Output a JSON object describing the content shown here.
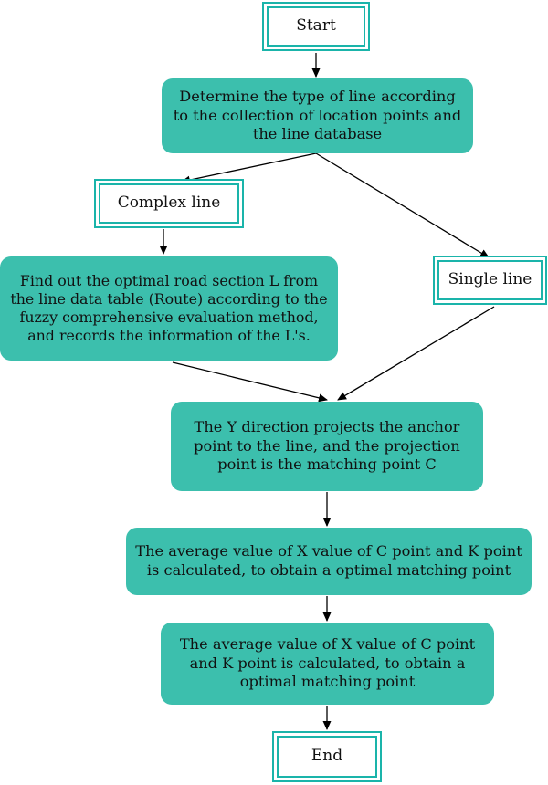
{
  "colors": {
    "process_fill": "#3cbfad",
    "terminal_border": "#1ab4aa",
    "arrow": "#000000"
  },
  "nodes": {
    "start": "Start",
    "determine": "Determine the type of line according to the collection of location points and the line database",
    "complex_line": "Complex line",
    "find_optimal": "Find out the optimal road section L from the line data table (Route) according to the fuzzy comprehensive evaluation method, and records the information of the L's.",
    "single_line": "Single line",
    "projection": "The Y direction projects the anchor point to the line, and the projection point is the matching point C",
    "average_1": "The average value of X value of C point and K point is calculated, to obtain a optimal matching point",
    "average_2": "The average value of X value of C point and K point is calculated, to obtain a optimal matching point",
    "end": "End"
  }
}
